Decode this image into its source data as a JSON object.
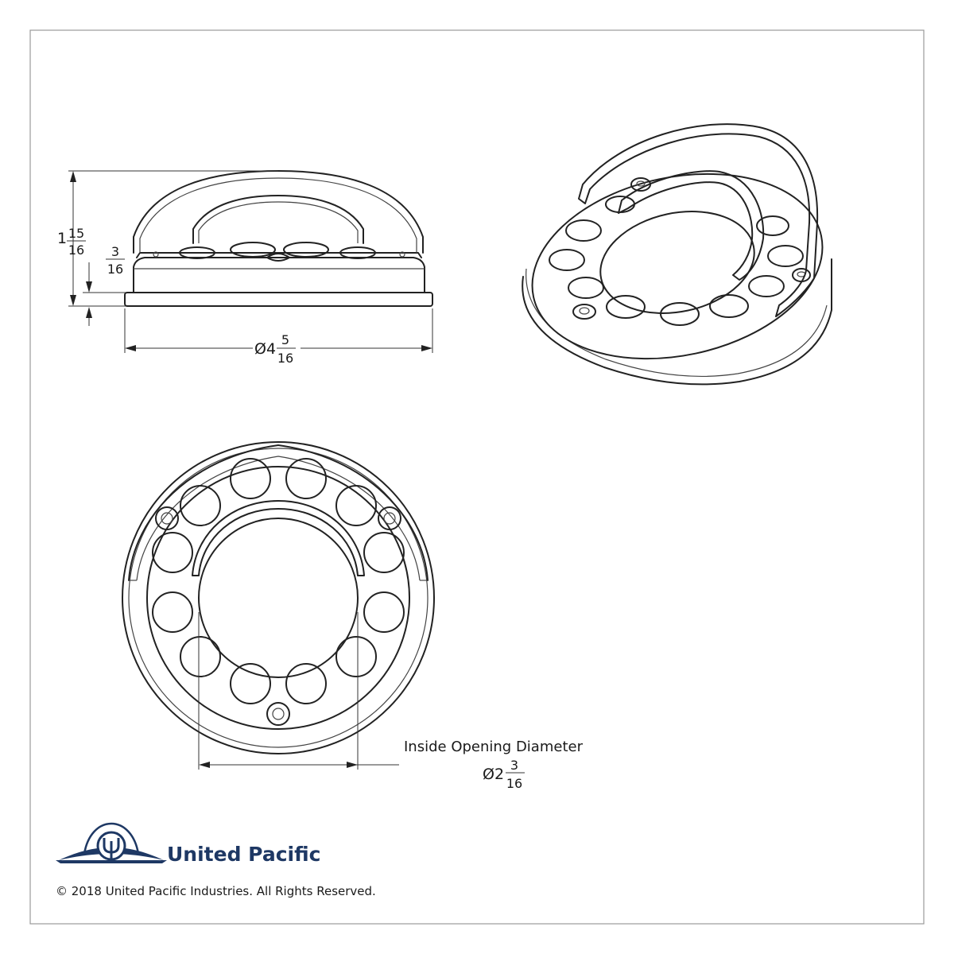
{
  "dimensions": {
    "height": {
      "whole": "1",
      "numerator": "15",
      "denominator": "16"
    },
    "flange": {
      "numerator": "3",
      "denominator": "16"
    },
    "outer_diameter": {
      "prefix": "Ø4",
      "numerator": "5",
      "denominator": "16"
    },
    "inside_opening": {
      "label": "Inside Opening Diameter",
      "prefix": "Ø2",
      "numerator": "3",
      "denominator": "16"
    }
  },
  "branding": {
    "name": "United Pacific",
    "copyright": "© 2018 United Pacific Industries. All Rights Reserved.",
    "brand_color": "#1e3864"
  },
  "colors": {
    "line": "#222222",
    "frame": "#999999",
    "background": "#ffffff"
  }
}
